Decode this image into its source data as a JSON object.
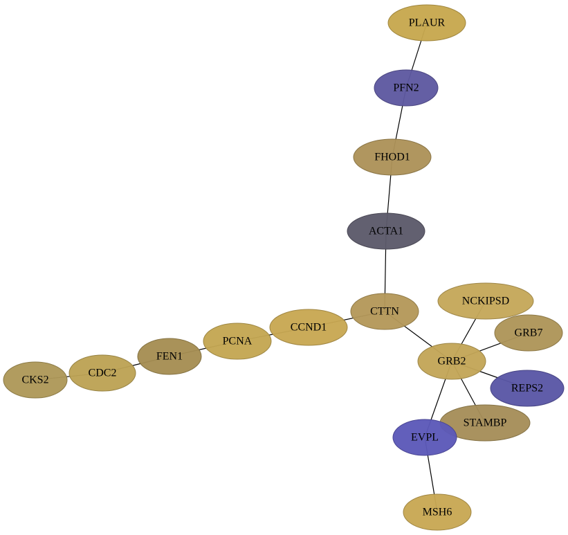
{
  "nodes": [
    {
      "id": "PLAUR",
      "label": "PLAUR",
      "color": "#c7a84e"
    },
    {
      "id": "PFN2",
      "label": "PFN2",
      "color": "#5e58a0"
    },
    {
      "id": "FHOD1",
      "label": "FHOD1",
      "color": "#ad9258"
    },
    {
      "id": "ACTA1",
      "label": "ACTA1",
      "color": "#5c5a6a"
    },
    {
      "id": "CTTN",
      "label": "CTTN",
      "color": "#b49859"
    },
    {
      "id": "CCND1",
      "label": "CCND1",
      "color": "#c8a852"
    },
    {
      "id": "PCNA",
      "label": "PCNA",
      "color": "#c4a752"
    },
    {
      "id": "FEN1",
      "label": "FEN1",
      "color": "#a58e52"
    },
    {
      "id": "CDC2",
      "label": "CDC2",
      "color": "#bca254"
    },
    {
      "id": "CKS2",
      "label": "CKS2",
      "color": "#ae9858"
    },
    {
      "id": "NCKIPSD",
      "label": "NCKIPSD",
      "color": "#c5a85a"
    },
    {
      "id": "GRB7",
      "label": "GRB7",
      "color": "#ae9558"
    },
    {
      "id": "GRB2",
      "label": "GRB2",
      "color": "#c3a657"
    },
    {
      "id": "REPS2",
      "label": "REPS2",
      "color": "#5a56a6"
    },
    {
      "id": "STAMBP",
      "label": "STAMBP",
      "color": "#a58e58"
    },
    {
      "id": "EVPL",
      "label": "EVPL",
      "color": "#5c58b8"
    },
    {
      "id": "MSH6",
      "label": "MSH6",
      "color": "#c8a853"
    }
  ],
  "edges": [
    [
      "PLAUR",
      "PFN2"
    ],
    [
      "PFN2",
      "FHOD1"
    ],
    [
      "FHOD1",
      "ACTA1"
    ],
    [
      "ACTA1",
      "CTTN"
    ],
    [
      "CTTN",
      "CCND1"
    ],
    [
      "CTTN",
      "GRB2"
    ],
    [
      "CCND1",
      "PCNA"
    ],
    [
      "PCNA",
      "FEN1"
    ],
    [
      "FEN1",
      "CDC2"
    ],
    [
      "CDC2",
      "CKS2"
    ],
    [
      "GRB2",
      "NCKIPSD"
    ],
    [
      "GRB2",
      "GRB7"
    ],
    [
      "GRB2",
      "REPS2"
    ],
    [
      "GRB2",
      "STAMBP"
    ],
    [
      "GRB2",
      "EVPL"
    ],
    [
      "EVPL",
      "MSH6"
    ]
  ]
}
